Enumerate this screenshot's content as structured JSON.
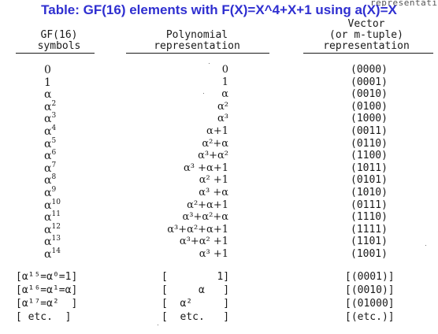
{
  "title": "Table: GF(16) elements with F(X)=X^4+X+1 using a(X)=X",
  "header_fragment": "representations",
  "headers": {
    "col1": [
      "GF(16)",
      "symbols"
    ],
    "col2": [
      "Polynomial",
      "representation"
    ],
    "col3": [
      "Vector",
      "(or m-tuple)",
      "representation"
    ]
  },
  "rows": [
    {
      "sym": "0",
      "exp": "",
      "poly": "0",
      "vec": "(0000)"
    },
    {
      "sym": "1",
      "exp": "",
      "poly": "1",
      "vec": "(0001)"
    },
    {
      "sym": "α",
      "exp": "",
      "poly": "α",
      "vec": "(0010)"
    },
    {
      "sym": "α",
      "exp": "2",
      "poly": "α²",
      "vec": "(0100)"
    },
    {
      "sym": "α",
      "exp": "3",
      "poly": "α³",
      "vec": "(1000)"
    },
    {
      "sym": "α",
      "exp": "4",
      "poly": "α+1",
      "vec": "(0011)"
    },
    {
      "sym": "α",
      "exp": "5",
      "poly": "α²+α",
      "vec": "(0110)"
    },
    {
      "sym": "α",
      "exp": "6",
      "poly": "α³+α²",
      "vec": "(1100)"
    },
    {
      "sym": "α",
      "exp": "7",
      "poly": "α³ +α+1",
      "vec": "(1011)"
    },
    {
      "sym": "α",
      "exp": "8",
      "poly": "α² +1",
      "vec": "(0101)"
    },
    {
      "sym": "α",
      "exp": "9",
      "poly": "α³ +α",
      "vec": "(1010)"
    },
    {
      "sym": "α",
      "exp": "10",
      "poly": "α²+α+1",
      "vec": "(0111)"
    },
    {
      "sym": "α",
      "exp": "11",
      "poly": "α³+α²+α",
      "vec": "(1110)"
    },
    {
      "sym": "α",
      "exp": "12",
      "poly": "α³+α²+α+1",
      "vec": "(1111)"
    },
    {
      "sym": "α",
      "exp": "13",
      "poly": "α³+α² +1",
      "vec": "(1101)"
    },
    {
      "sym": "α",
      "exp": "14",
      "poly": "α³ +1",
      "vec": "(1001)"
    }
  ],
  "footer": {
    "col1": [
      "[α¹⁵=α⁰=1]",
      "[α¹⁶=α¹=α]",
      "[α¹⁷=α²  ]",
      "[ etc.  ]"
    ],
    "col2": [
      "[        1]",
      "[     α   ]",
      "[  α²     ]",
      "[  etc.   ]"
    ],
    "col3": [
      "[(0001)]",
      "[(0010)]",
      "[(01000]",
      "[(etc.)]"
    ]
  }
}
